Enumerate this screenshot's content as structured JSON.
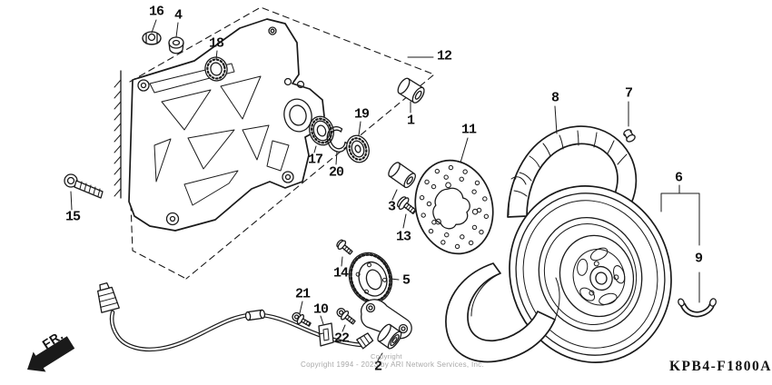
{
  "diagram": {
    "code": "KPB4-F1800A",
    "front_marker": "FR.",
    "watermark_small": "Copyright",
    "watermark": "Copyright 1994 - 2023 by ARI Network Services, Inc.",
    "ink_color": "#1a1a1a",
    "background_color": "#ffffff",
    "callouts": [
      {
        "num": "1"
      },
      {
        "num": "2"
      },
      {
        "num": "3"
      },
      {
        "num": "4"
      },
      {
        "num": "5"
      },
      {
        "num": "6"
      },
      {
        "num": "7"
      },
      {
        "num": "8"
      },
      {
        "num": "9"
      },
      {
        "num": "10"
      },
      {
        "num": "11"
      },
      {
        "num": "12"
      },
      {
        "num": "13"
      },
      {
        "num": "14"
      },
      {
        "num": "15"
      },
      {
        "num": "16"
      },
      {
        "num": "17"
      },
      {
        "num": "18"
      },
      {
        "num": "19"
      },
      {
        "num": "20"
      },
      {
        "num": "21"
      },
      {
        "num": "22"
      }
    ]
  }
}
